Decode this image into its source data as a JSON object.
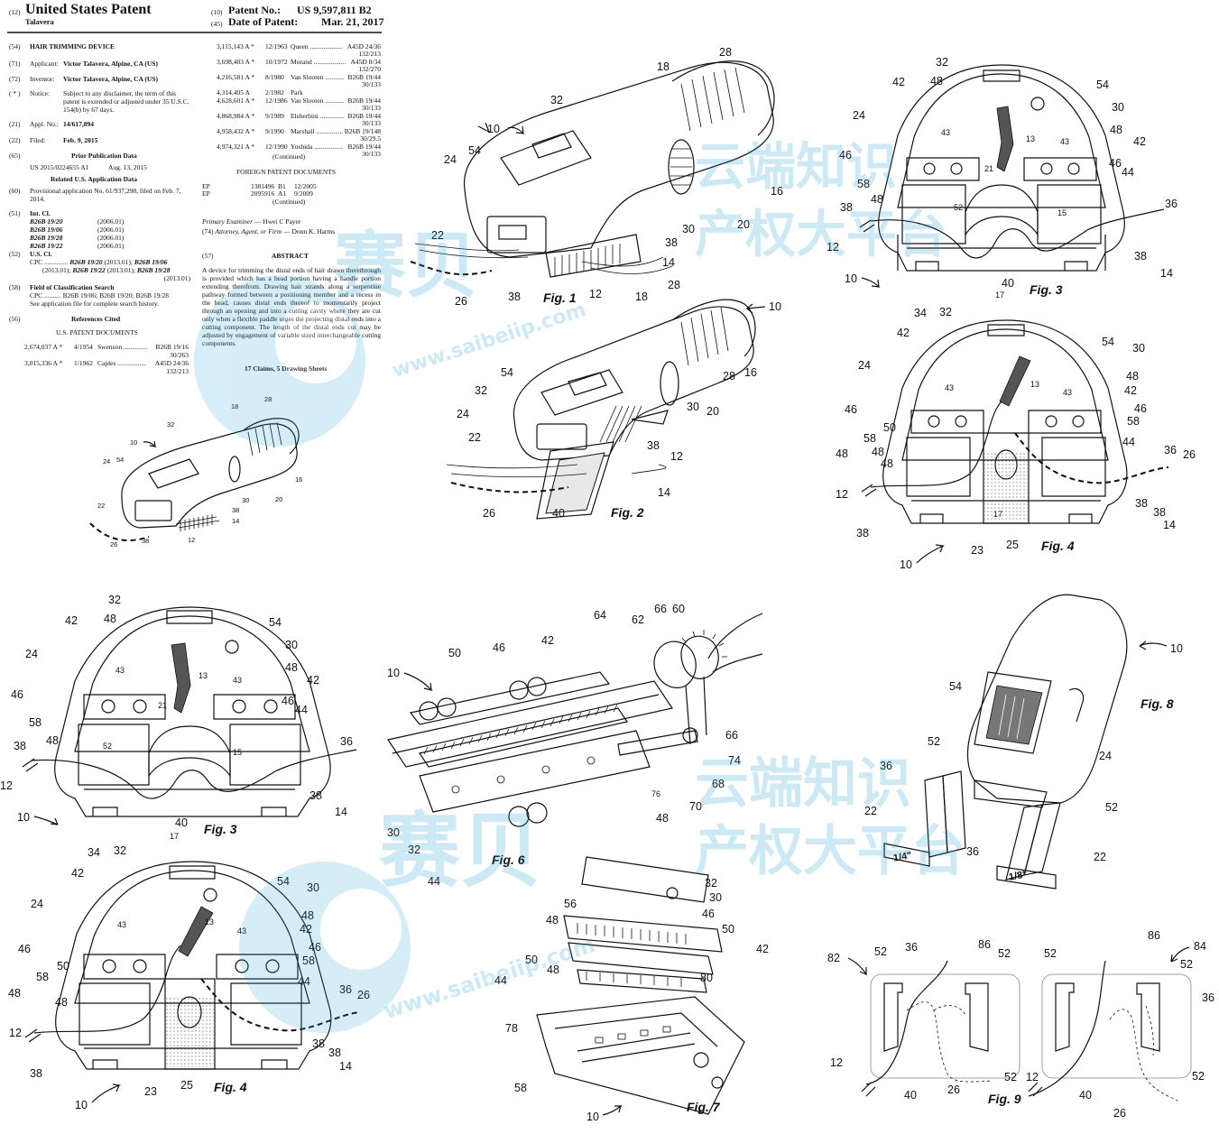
{
  "header": {
    "code12": "(12)",
    "country": "United States Patent",
    "inventor_short": "Talavera",
    "code10": "(10)",
    "patent_no_label": "Patent No.:",
    "patent_no": "US 9,597,811 B2",
    "code45": "(45)",
    "date_label": "Date of Patent:",
    "date": "Mar. 21, 2017"
  },
  "biblio": {
    "title_code": "(54)",
    "title": "HAIR TRIMMING DEVICE",
    "applicant_code": "(71)",
    "applicant_label": "Applicant:",
    "applicant": "Victor Talavera, Alpine, CA (US)",
    "inventor_code": "(72)",
    "inventor_label": "Inventor:",
    "inventor": "Victor Talavera, Alpine, CA (US)",
    "notice_code": "( * )",
    "notice_label": "Notice:",
    "notice": "Subject to any disclaimer, the term of this patent is extended or adjusted under 35 U.S.C. 154(b) by 67 days.",
    "appl_code": "(21)",
    "appl_label": "Appl. No.:",
    "appl_no": "14/617,894",
    "filed_code": "(22)",
    "filed_label": "Filed:",
    "filed": "Feb. 9, 2015",
    "prior_code": "(65)",
    "prior_heading": "Prior Publication Data",
    "prior_pub": "US 2015/0224655 A1",
    "prior_date": "Aug. 13, 2015",
    "related_heading": "Related U.S. Application Data",
    "prov_code": "(60)",
    "provisional": "Provisional application No. 61/937,298, filed on Feb. 7, 2014.",
    "intcl_code": "(51)",
    "intcl_label": "Int. Cl.",
    "intcl": [
      {
        "cls": "B26B 19/20",
        "yr": "(2006.01)"
      },
      {
        "cls": "B26B 19/06",
        "yr": "(2006.01)"
      },
      {
        "cls": "B26B 19/28",
        "yr": "(2006.01)"
      },
      {
        "cls": "B26B 19/22",
        "yr": "(2006.01)"
      }
    ],
    "uscl_code": "(52)",
    "uscl_label": "U.S. Cl.",
    "cpc_line1_a": "CPC ..............",
    "cpc_b1": "B26B 19/20",
    "cpc_t1": "(2013.01);",
    "cpc_b2": "B26B 19/06",
    "cpc_line2_t1": "(2013.01);",
    "cpc_b3": "B26B 19/22",
    "cpc_t2": "(2013.01);",
    "cpc_b4": "B26B 19/28",
    "cpc_line3": "(2013.01)",
    "field_code": "(58)",
    "field_label": "Field of Classification Search",
    "field_cpc": "CPC .......... B26B 19/06; B26B 19/20; B26B 19/28",
    "field_see": "See application file for complete search history.",
    "refs_code": "(56)",
    "refs_heading": "References Cited",
    "us_docs_heading": "U.S. PATENT DOCUMENTS",
    "refs_left": [
      {
        "no": "2,674,037 A *",
        "date": "4/1954",
        "name": "Swenson ..............",
        "cls": "B26B 19/16",
        "cls2": "30/263"
      },
      {
        "no": "3,015,336 A *",
        "date": "1/1962",
        "name": "Caples .................",
        "cls": "A45D 24/36",
        "cls2": "132/213"
      }
    ]
  },
  "middle": {
    "refs": [
      {
        "no": "3,115,143 A *",
        "date": "12/1963",
        "name": "Queen ...................",
        "cls": "A45D 24/36",
        "cls2": "132/213"
      },
      {
        "no": "3,698,403 A *",
        "date": "10/1972",
        "name": "Morand ...................",
        "cls": "A45D 8/34",
        "cls2": "132/270"
      },
      {
        "no": "4,216,581 A *",
        "date": "8/1980",
        "name": "Van Slooten ...........",
        "cls": "B26B 19/44",
        "cls2": "30/133"
      },
      {
        "no": "4,314,405 A",
        "date": "2/1982",
        "name": "Park",
        "cls": "",
        "cls2": ""
      },
      {
        "no": "4,628,601 A *",
        "date": "12/1986",
        "name": "Van Slooten ...........",
        "cls": "B26B 19/44",
        "cls2": "30/133"
      },
      {
        "no": "4,868,984 A *",
        "date": "9/1989",
        "name": "Elsherbini ..............",
        "cls": "B26B 19/44",
        "cls2": "30/133"
      },
      {
        "no": "4,958,432 A *",
        "date": "9/1990",
        "name": "Marshall ................",
        "cls": "B26B 19/148",
        "cls2": "30/29.5"
      },
      {
        "no": "4,974,321 A *",
        "date": "12/1990",
        "name": "Yoshida .................",
        "cls": "B26B 19/44",
        "cls2": "30/133"
      }
    ],
    "continued1": "(Continued)",
    "foreign_heading": "FOREIGN PATENT DOCUMENTS",
    "foreign": [
      {
        "cc": "EP",
        "no": "1381496",
        "kind": "B1",
        "date": "12/2005"
      },
      {
        "cc": "EP",
        "no": "2095916",
        "kind": "A1",
        "date": "9/2009"
      }
    ],
    "continued2": "(Continued)",
    "examiner_label": "Primary Examiner",
    "examiner": " — Hwei C Payer",
    "attorney_code": "(74)",
    "attorney_label": "Attorney, Agent, or Firm",
    "attorney": " — Donn K. Harms",
    "abstract_code": "(57)",
    "abstract_heading": "ABSTRACT",
    "abstract": "A device for trimming the distal ends of hair drawn therethrough is provided which has a head portion having a handle portion extending therefrom. Drawing hair strands along a serpentine pathway formed between a positioning member and a recess in the head, causes distal ends thereof to momentarily project through an opening and into a cutting cavity where they are cut only when a flexible paddle urges the projecting distal ends into a cutting component. The length of the distal ends cut may be adjusted by engagement of variable sized interchangeable cutting components.",
    "claims": "17 Claims, 5 Drawing Sheets"
  },
  "figures": {
    "fig1": "Fig. 1",
    "fig2": "Fig. 2",
    "fig3": "Fig. 3",
    "fig4": "Fig. 4",
    "fig6": "Fig. 6",
    "fig7": "Fig. 7",
    "fig8": "Fig. 8",
    "fig9": "Fig. 9",
    "guide_quarter": "1/4\"",
    "guide_eighth": "1/8\""
  },
  "watermark": {
    "brand_cn": "赛贝",
    "slogan_cn_1": "云端知识",
    "slogan_cn_2": "产权大平台",
    "url": "www.saibeiip.com"
  }
}
